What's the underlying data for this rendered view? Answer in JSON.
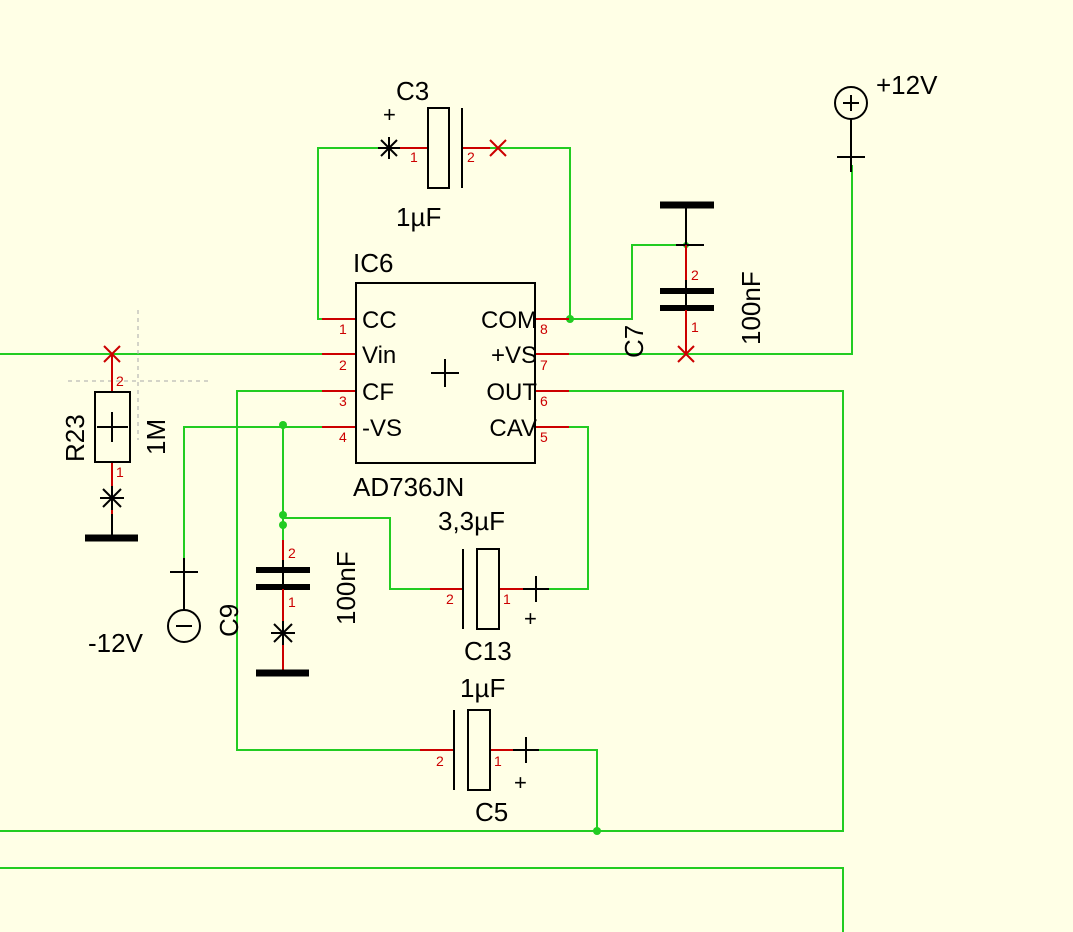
{
  "colors": {
    "wire": "#22cc22",
    "lead": "#cc0000",
    "body": "#000000",
    "background": "#ffffe6",
    "junction": "#22cc22"
  },
  "ic": {
    "ref": "IC6",
    "part": "AD736JN",
    "left_pins": [
      {
        "n": "1",
        "name": "CC"
      },
      {
        "n": "2",
        "name": "Vin"
      },
      {
        "n": "3",
        "name": "CF"
      },
      {
        "n": "4",
        "name": "-VS"
      }
    ],
    "right_pins": [
      {
        "n": "8",
        "name": "COM"
      },
      {
        "n": "7",
        "name": "+VS"
      },
      {
        "n": "6",
        "name": "OUT"
      },
      {
        "n": "5",
        "name": "CAV"
      }
    ]
  },
  "c3": {
    "ref": "C3",
    "value": "1µF",
    "pin1": "1",
    "pin2": "2",
    "polarity": "+"
  },
  "c7": {
    "ref": "C7",
    "value": "100nF",
    "pin1": "1",
    "pin2": "2"
  },
  "c9": {
    "ref": "C9",
    "value": "100nF",
    "pin1": "1",
    "pin2": "2"
  },
  "c13": {
    "ref": "C13",
    "value": "3,3µF",
    "pin1": "1",
    "pin2": "2",
    "polarity": "+"
  },
  "c5": {
    "ref": "C5",
    "value": "1µF",
    "pin1": "1",
    "pin2": "2",
    "polarity": "+"
  },
  "r23": {
    "ref": "R23",
    "value": "1M",
    "pin1": "1",
    "pin2": "2"
  },
  "supply_pos": {
    "label": "+12V",
    "icon": "plus-supply-icon"
  },
  "supply_neg": {
    "label": "-12V",
    "icon": "minus-supply-icon"
  },
  "center_mark": "+"
}
